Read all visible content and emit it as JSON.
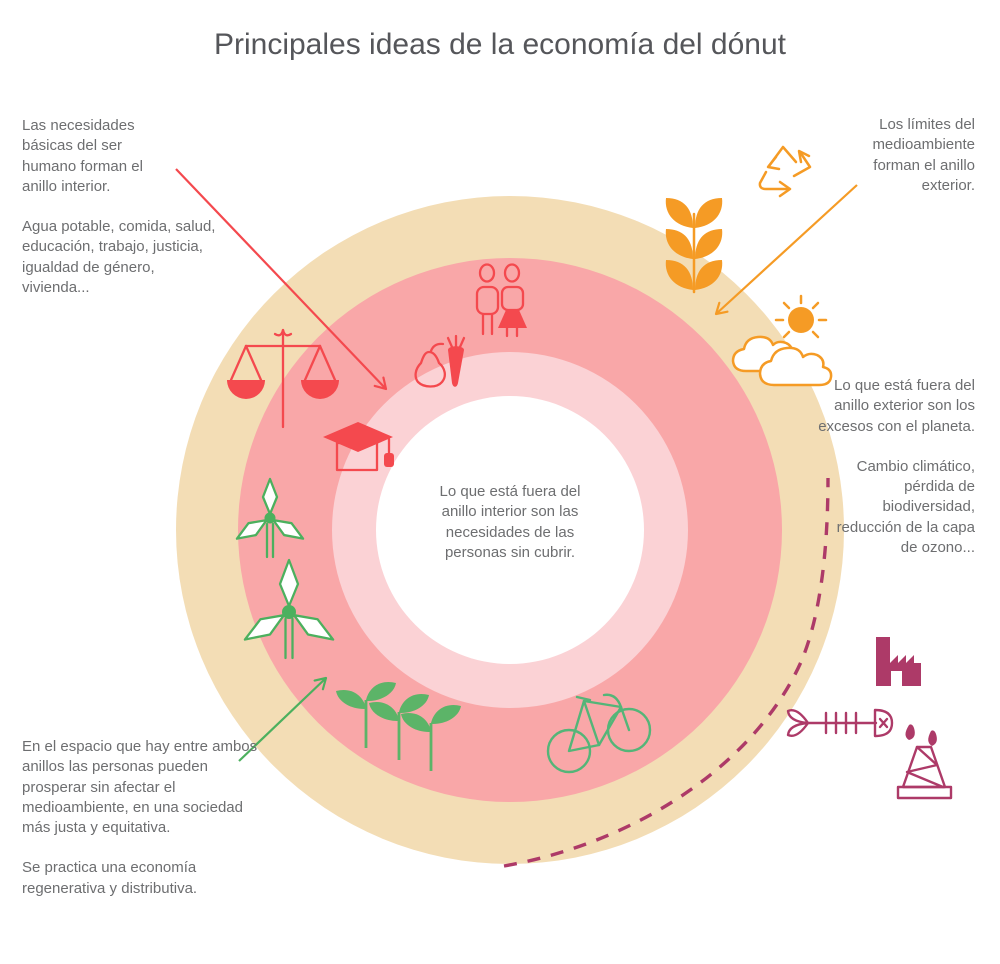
{
  "title": "Principales ideas de la economía del dónut",
  "annotations": {
    "top_left": {
      "p1": "Las necesidades básicas del ser humano forman el anillo interior.",
      "p2": "Agua potable, comida, salud, educación, trabajo, justicia, igualdad de género, vivienda..."
    },
    "top_right": {
      "p1": "Los límites del medioambiente forman el anillo exterior."
    },
    "right": {
      "p1": "Lo que está fuera del anillo exterior son los excesos con el planeta.",
      "p2": "Cambio climático, pérdida de biodiversidad, reducción de la capa de ozono..."
    },
    "bottom_left": {
      "p1": "En el espacio que hay entre ambos anillos las personas pueden prosperar sin afectar el medioambiente, en una sociedad más justa y equitativa.",
      "p2": "Se practica una economía regenerativa y distributiva."
    },
    "center": {
      "p1": "Lo que está fuera del anillo interior son las necesidades de las personas sin cubrir."
    }
  },
  "icons": [
    {
      "name": "scales-of-justice-icon",
      "color": "red"
    },
    {
      "name": "couple-icon",
      "color": "red"
    },
    {
      "name": "pear-icon",
      "color": "red"
    },
    {
      "name": "carrot-icon",
      "color": "red"
    },
    {
      "name": "graduation-cap-icon",
      "color": "red"
    },
    {
      "name": "wind-turbine-small-icon",
      "color": "green"
    },
    {
      "name": "wind-turbine-large-icon",
      "color": "green"
    },
    {
      "name": "seedlings-icon",
      "color": "green"
    },
    {
      "name": "bicycle-icon",
      "color": "green"
    },
    {
      "name": "wheat-icon",
      "color": "orange"
    },
    {
      "name": "recycle-icon",
      "color": "orange"
    },
    {
      "name": "sun-and-clouds-icon",
      "color": "orange"
    },
    {
      "name": "factory-icon",
      "color": "maroon"
    },
    {
      "name": "fishbone-icon",
      "color": "maroon"
    },
    {
      "name": "oil-derrick-icon",
      "color": "maroon"
    }
  ],
  "colors": {
    "title_text": "#55565a",
    "body_text": "#6d6e70",
    "ring_outer": "#f3ddb5",
    "ring_mid": "#f9a7a8",
    "ring_inner": "#fbd2d5",
    "red": "#f4494e",
    "orange": "#f59b25",
    "green": "#4cb05e",
    "seedling_green": "#5cb468",
    "bike_green": "#54b578",
    "maroon": "#ad3a68"
  }
}
